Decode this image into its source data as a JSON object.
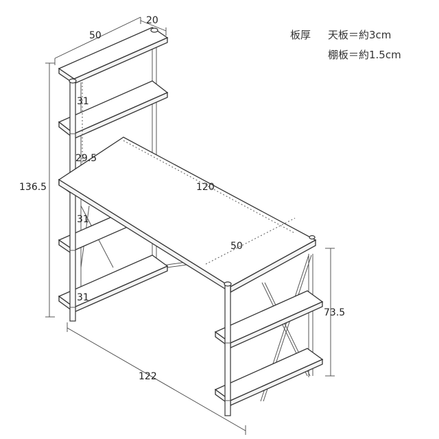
{
  "notes": {
    "thickness_label": "板厚",
    "top_board": "天板＝約3cm",
    "shelf_board": "棚板＝約1.5cm"
  },
  "dimensions": {
    "shelf_width": "50",
    "shelf_depth": "20",
    "total_height": "136.5",
    "desk_height": "73.5",
    "total_width": "122",
    "desk_top_length": "120",
    "desk_top_depth": "50",
    "shelf_gap_1": "31",
    "shelf_gap_2": "29.5",
    "shelf_gap_3": "31",
    "shelf_gap_4": "31"
  }
}
